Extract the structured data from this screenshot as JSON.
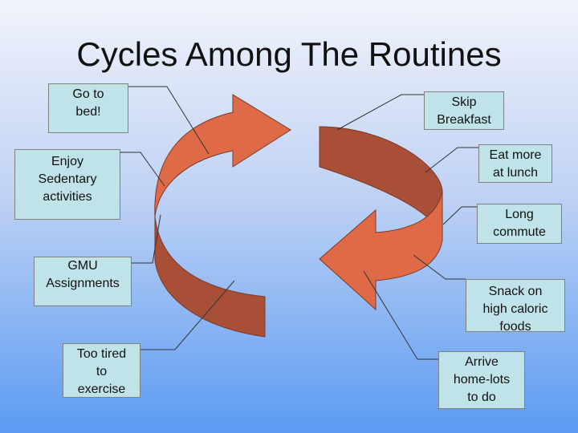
{
  "title": "Cycles Among The Routines",
  "colors": {
    "arrow_front": "#de6a47",
    "arrow_back": "#a94e37",
    "callout_fill": "#bfe3e8",
    "callout_border": "#808080"
  },
  "callouts": {
    "go_to_bed": "Go to\nbed!",
    "enjoy_sedentary": "Enjoy\nSedentary\nactivities",
    "gmu_assignments": "GMU\nAssignments",
    "too_tired": "Too tired\nto\nexercise",
    "skip_breakfast": "Skip\nBreakfast",
    "eat_more_lunch": "Eat more\nat lunch",
    "long_commute": "Long\ncommute",
    "snack_high_caloric": "Snack on\nhigh caloric\nfoods",
    "arrive_home": "Arrive\nhome-lots\nto do"
  }
}
